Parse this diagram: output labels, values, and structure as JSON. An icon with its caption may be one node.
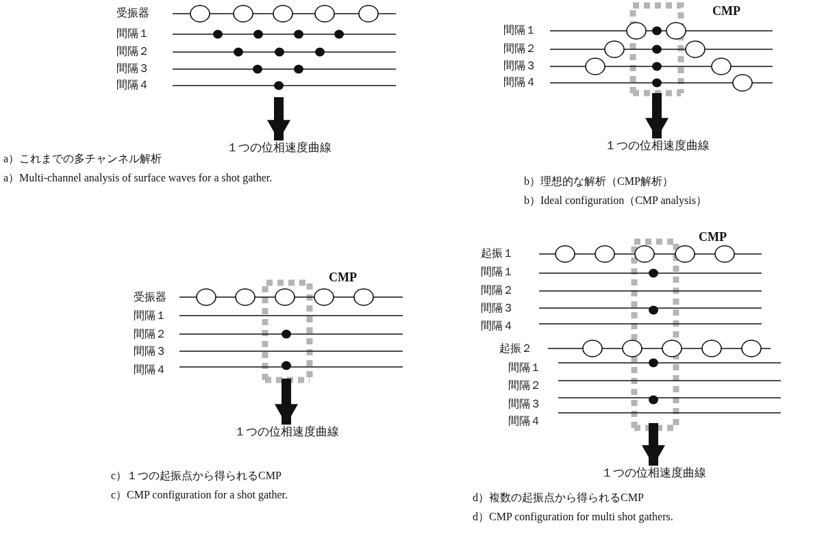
{
  "diagram": {
    "nodes": [
      {
        "text": [
          "１つの位相速度曲線"
        ]
      },
      {
        "text": [
          "１つの位相速度曲線"
        ]
      },
      {
        "text": [
          "１つの位相速度曲線"
        ]
      },
      {
        "text": [
          "１つの位相速度曲線"
        ]
      }
    ],
    "edges": [
      {
        "from": null,
        "to": 0,
        "arrow": "to"
      },
      {
        "from": null,
        "to": 1,
        "arrow": "to"
      },
      {
        "from": null,
        "to": 2,
        "arrow": "to"
      },
      {
        "from": null,
        "to": 3,
        "arrow": "to"
      }
    ],
    "labels": [
      "受振器",
      "間隔１",
      "間隔２",
      "間隔３",
      "間隔４",
      "CMP",
      "間隔１",
      "間隔２",
      "間隔３",
      "間隔４",
      "a）これまでの多チャンネル解析",
      "a）Multi-channel analysis of surface waves for a shot gather.",
      "b）理想的な解析（CMP解析）",
      "b）Ideal configuration（CMP analysis）",
      "CMP",
      "受振器",
      "間隔１",
      "間隔２",
      "間隔３",
      "間隔４",
      "CMP",
      "起振１",
      "間隔１",
      "間隔２",
      "間隔３",
      "間隔４",
      "起振２",
      "間隔１",
      "間隔２",
      "間隔３",
      "間隔４",
      "c）１つの起振点から得られるCMP",
      "c）CMP configuration for a shot gather.",
      "d）複数の起振点から得られるCMP",
      "d）CMP configuration for multi shot gathers."
    ]
  }
}
